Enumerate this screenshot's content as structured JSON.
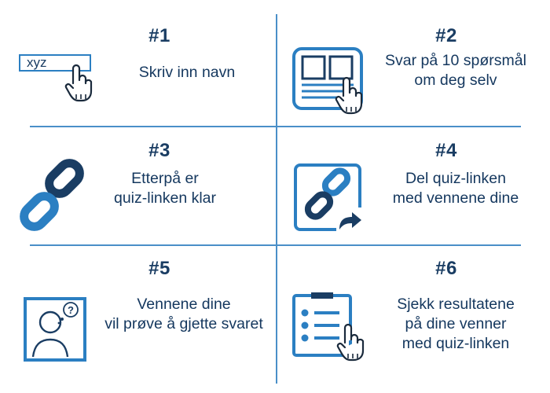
{
  "steps": [
    {
      "number": "#1",
      "lines": [
        "Skriv inn navn"
      ],
      "icon": "text-input-icon",
      "field_value": "xyz"
    },
    {
      "number": "#2",
      "lines": [
        "Svar på 10 spørsmål",
        "om deg selv"
      ],
      "icon": "quiz-form-icon"
    },
    {
      "number": "#3",
      "lines": [
        "Etterpå er",
        "quiz-linken klar"
      ],
      "icon": "link-icon"
    },
    {
      "number": "#4",
      "lines": [
        "Del quiz-linken",
        "med vennene dine"
      ],
      "icon": "share-link-icon"
    },
    {
      "number": "#5",
      "lines": [
        "Vennene dine",
        "vil prøve å gjette svaret"
      ],
      "icon": "thinking-person-icon"
    },
    {
      "number": "#6",
      "lines": [
        "Sjekk resultatene",
        "på dine venner",
        "med quiz-linken"
      ],
      "icon": "checklist-icon"
    }
  ],
  "colors": {
    "dark": "#1a3d63",
    "blue": "#2b7fc2",
    "light_blue": "#4a8fc8"
  }
}
